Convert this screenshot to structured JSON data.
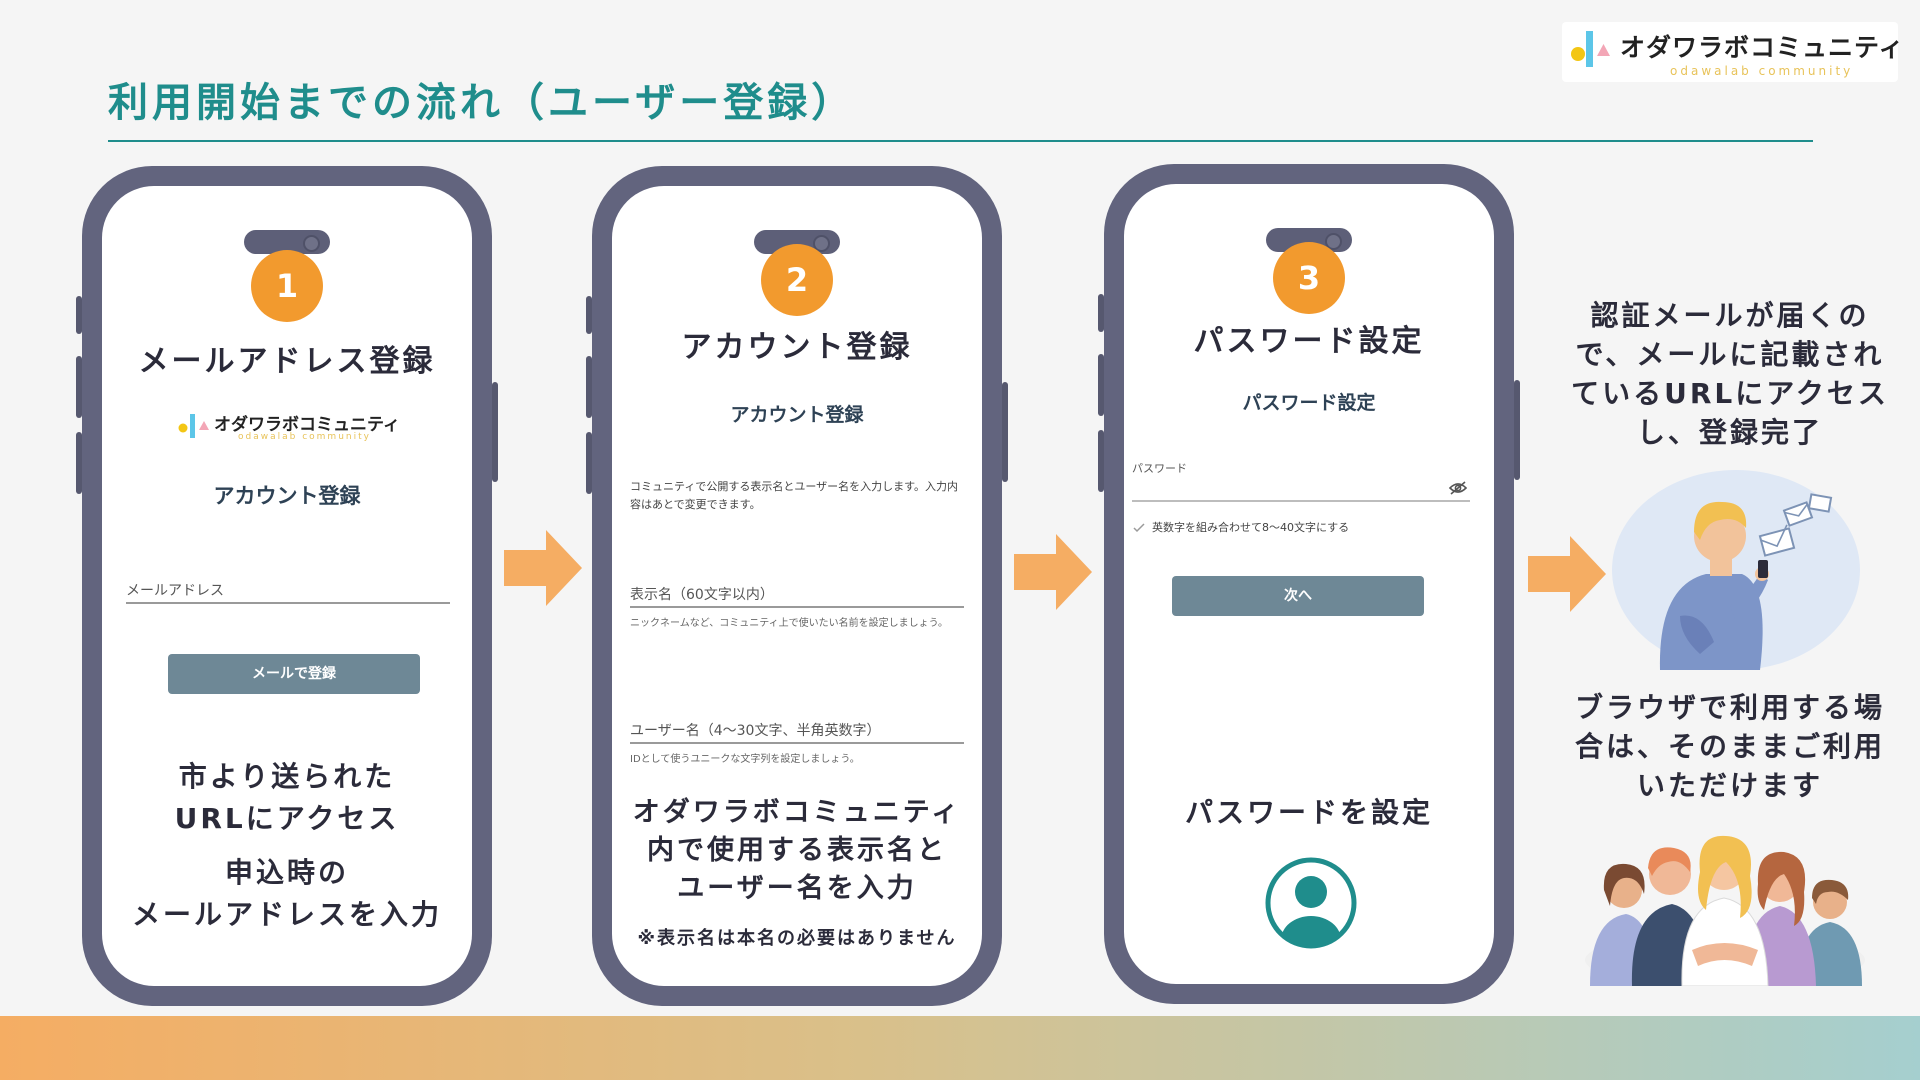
{
  "title": "利用開始までの流れ（ユーザー登録）",
  "logo": {
    "name": "オダワラボコミュニティ",
    "sub": "odawalab community"
  },
  "step1": {
    "number": "1",
    "title": "メールアドレス登録",
    "card": {
      "logo_name": "オダワラボコミュニティ",
      "logo_sub": "odawalab community",
      "heading": "アカウント登録",
      "email_label": "メールアドレス",
      "submit_label": "メールで登録"
    },
    "text_a": [
      "市より送られた",
      "URLにアクセス"
    ],
    "text_b": [
      "申込時の",
      "メールアドレスを入力"
    ]
  },
  "step2": {
    "number": "2",
    "title": "アカウント登録",
    "card": {
      "heading": "アカウント登録",
      "intro": "コミュニティで公開する表示名とユーザー名を入力します。入力内容はあとで変更できます。",
      "display_name_label": "表示名（60文字以内）",
      "display_name_hint": "ニックネームなど、コミュニティ上で使いたい名前を設定しましょう。",
      "username_label": "ユーザー名（4〜30文字、半角英数字）",
      "username_hint": "IDとして使うユニークな文字列を設定しましょう。"
    },
    "text": [
      "オダワラボコミュニティ",
      "内で使用する表示名と",
      "ユーザー名を入力"
    ],
    "note": "※表示名は本名の必要はありません"
  },
  "step3": {
    "number": "3",
    "title": "パスワード設定",
    "card": {
      "heading": "パスワード設定",
      "password_label": "パスワード",
      "rule": "英数字を組み合わせて8〜40文字にする",
      "next_label": "次へ"
    },
    "text": "パスワードを設定"
  },
  "right": {
    "text_top": [
      "認証メールが届くの",
      "で、メールに記載され",
      "ているURLにアクセス",
      "し、登録完了"
    ],
    "text_bottom": [
      "ブラウザで利用する場",
      "合は、そのままご利用",
      "いただけます"
    ]
  },
  "colors": {
    "accent": "#1f8d8c",
    "step": "#f29a2e",
    "phone": "#62647e",
    "button": "#6e8896"
  }
}
